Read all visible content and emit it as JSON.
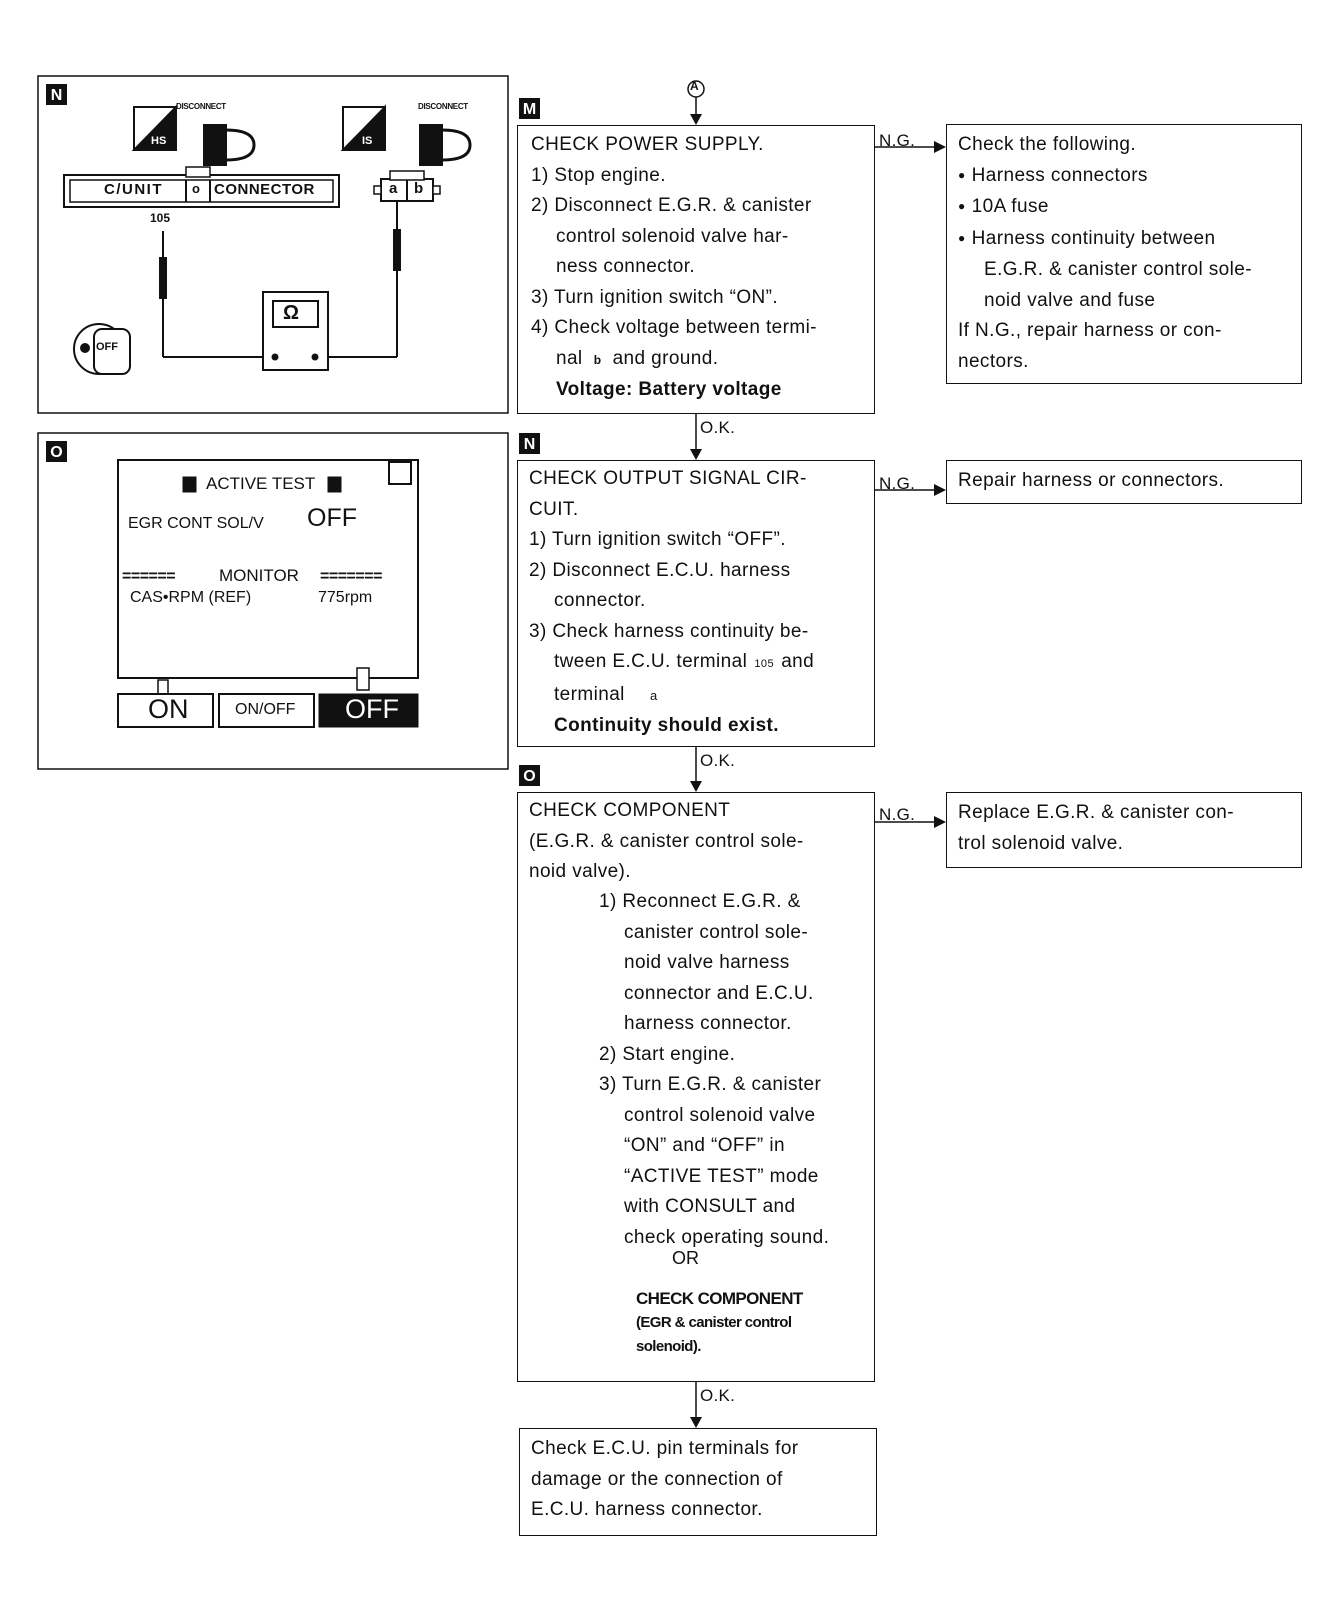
{
  "top_connector": {
    "label": "A"
  },
  "panel_n": {
    "badge": "N",
    "hs_label": "HS",
    "is_label": "IS",
    "disconnect1": "DISCONNECT",
    "disconnect2": "DISCONNECT",
    "cunit_label": "C/UNIT",
    "connector_label": "CONNECTOR",
    "terminal_o": "o",
    "terminal_a": "a",
    "terminal_b": "b",
    "terminal_num": "105",
    "meter_symbol": "Ω",
    "ignition_label": "OFF"
  },
  "panel_o": {
    "badge": "O",
    "title": "ACTIVE TEST",
    "item_label": "EGR CONT SOL/V",
    "item_value": "OFF",
    "monitor_left": "======",
    "monitor_label": "MONITOR",
    "monitor_right": "=======",
    "param_label": "CAS•RPM (REF)",
    "param_value": "775rpm",
    "btn_on": "ON",
    "btn_onoff": "ON/OFF",
    "btn_off": "OFF"
  },
  "step_m": {
    "badge": "M",
    "title": "CHECK POWER SUPPLY.",
    "lines": [
      "1) Stop engine.",
      "2) Disconnect E.G.R. & canister",
      "control solenoid valve har-",
      "ness connector.",
      "3) Turn ignition switch “ON”.",
      "4) Check voltage between termi-",
      "nal",
      "and ground."
    ],
    "terminal_b": "b",
    "result": "Voltage: Battery voltage",
    "ng": "N.G.",
    "ng_box": {
      "title": "Check the following.",
      "bullets": [
        "Harness connectors",
        "10A fuse",
        "Harness continuity between"
      ],
      "cont_lines": [
        "E.G.R. & canister control sole-",
        "noid valve and fuse"
      ],
      "tail_lines": [
        "If N.G., repair harness or con-",
        "nectors."
      ]
    },
    "ok": "O.K."
  },
  "step_n": {
    "badge": "N",
    "title_lines": [
      "CHECK OUTPUT SIGNAL CIR-",
      "CUIT."
    ],
    "lines": [
      "1) Turn ignition switch “OFF”.",
      "2) Disconnect E.C.U. harness",
      "connector.",
      "3) Check harness continuity be-",
      "tween E.C.U. terminal",
      "and",
      "terminal"
    ],
    "terminal_num": "105",
    "terminal_a": "a",
    "result": "Continuity should exist.",
    "ng": "N.G.",
    "ng_box": "Repair harness or connectors.",
    "ok": "O.K."
  },
  "step_o": {
    "badge": "O",
    "title_lines": [
      "CHECK COMPONENT",
      "(E.G.R. & canister control sole-",
      "noid valve)."
    ],
    "lines": [
      "1) Reconnect E.G.R. &",
      "canister control sole-",
      "noid valve harness",
      "connector and E.C.U.",
      "harness connector.",
      "2) Start engine.",
      "3) Turn E.G.R. & canister",
      "control solenoid valve",
      "“ON” and “OFF” in",
      "“ACTIVE TEST” mode",
      "with CONSULT and",
      "check operating sound."
    ],
    "or_label": "OR",
    "alt_lines": [
      "CHECK COMPONENT",
      "(EGR & canister control",
      "solenoid)."
    ],
    "ng": "N.G.",
    "ng_box": [
      "Replace E.G.R. & canister con-",
      "trol solenoid valve."
    ],
    "ok": "O.K."
  },
  "final_box": [
    "Check E.C.U. pin terminals for",
    "damage or the connection of",
    "E.C.U. harness connector."
  ]
}
